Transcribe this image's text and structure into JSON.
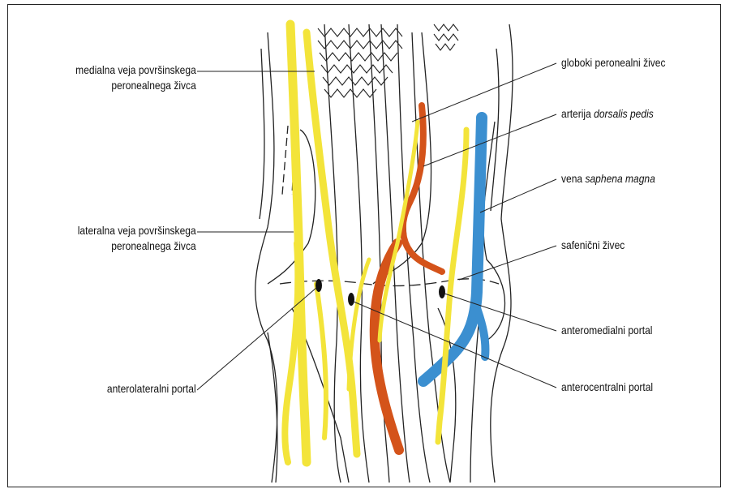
{
  "labels": {
    "medialna_line1": "medialna veja površinskega",
    "medialna_line2": "peronealnega živca",
    "lateralna_line1": "lateralna veja površinskega",
    "lateralna_line2": "peronealnega živca",
    "anterolateral": "anterolateralni portal",
    "globoki": "globoki peronealni živec",
    "arterija_prefix": "arterija",
    "arterija_italic": "dorsalis pedis",
    "vena_prefix": "vena",
    "vena_italic": "saphena magna",
    "safenicni": "safenični živec",
    "anteromedial": "anteromedialni portal",
    "anterocentral": "anterocentralni portal"
  },
  "colors": {
    "nerve": "#f3e43a",
    "artery": "#d4531a",
    "vein": "#3b8fd0",
    "outline": "#222222"
  }
}
